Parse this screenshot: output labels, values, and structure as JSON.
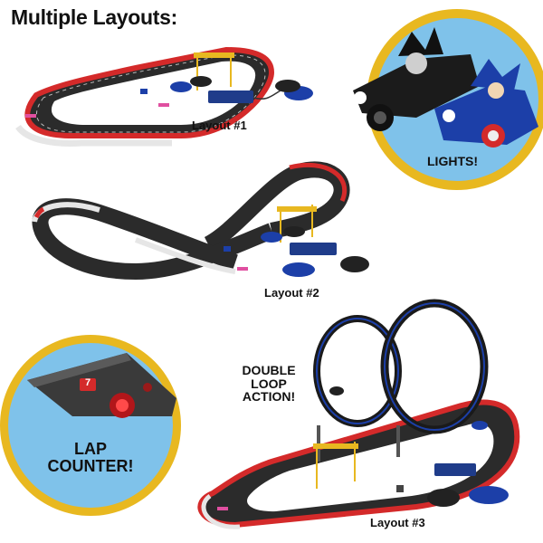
{
  "heading": "Multiple Layouts:",
  "layouts": [
    {
      "label": "Layout #1"
    },
    {
      "label": "Layout #2"
    },
    {
      "label": "Layout #3"
    }
  ],
  "badges": {
    "lights": "LIGHTS!",
    "lap_counter_line1": "LAP",
    "lap_counter_line2": "COUNTER!",
    "lap_digit": "7"
  },
  "callout": {
    "line1": "DOUBLE",
    "line2": "LOOP",
    "line3": "ACTION!"
  },
  "colors": {
    "gold": "#e8b820",
    "track": "#2b2b2b",
    "rail_red": "#d42a2a",
    "rail_white": "#e6e6e6",
    "car_blue": "#1c3fa8",
    "sky_blue": "#7fc2ea"
  }
}
